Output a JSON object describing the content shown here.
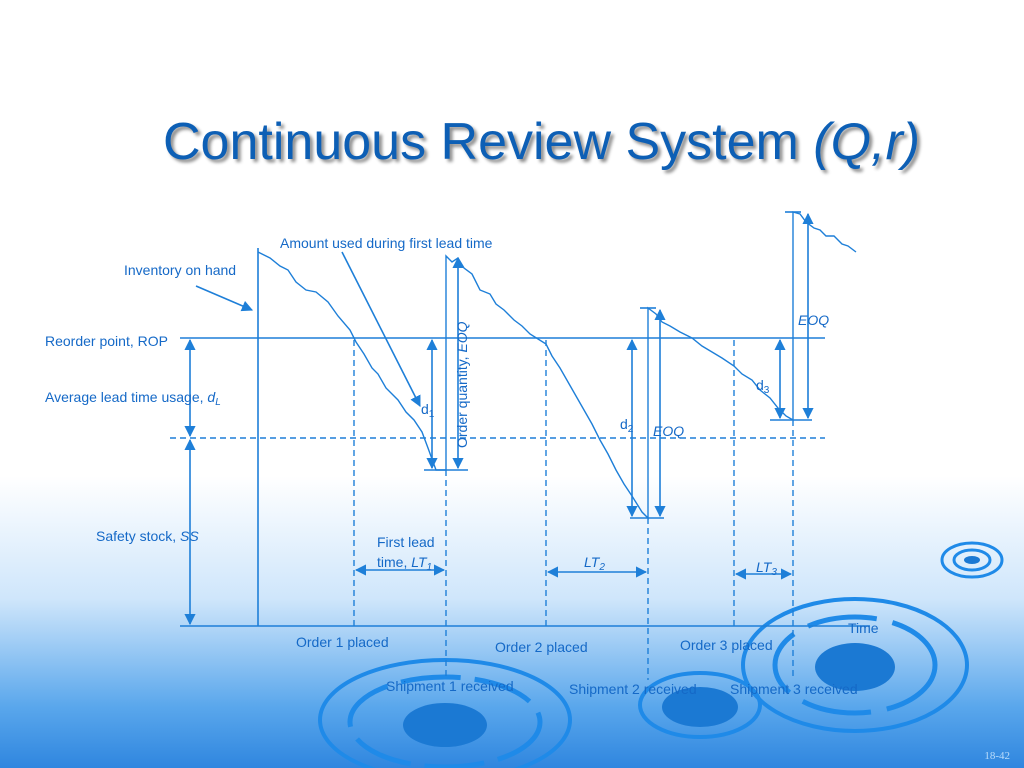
{
  "slide": {
    "title_main": "Continuous Review System ",
    "title_italic": "(Q,r)",
    "page_number": "18-42"
  },
  "diagram": {
    "labels": {
      "amount_used": "Amount used during first lead time",
      "inventory_on_hand": "Inventory on hand",
      "reorder_point": "Reorder point, ROP",
      "avg_lead_usage": "Average lead time usage, ",
      "avg_lead_usage_sym": "d",
      "avg_lead_usage_sub": "L",
      "safety_stock": "Safety stock, ",
      "safety_stock_sym": "SS",
      "order_quantity": "Order quantity, ",
      "eoq": "EOQ",
      "d": "d",
      "sub1": "1",
      "sub2": "2",
      "sub3": "3",
      "first_lead": "First lead",
      "time_prefix": "time, ",
      "lt": "LT",
      "order1": "Order 1 placed",
      "order2": "Order 2 placed",
      "order3": "Order 3 placed",
      "ship1": "Shipment 1 received",
      "ship2": "Shipment 2 received",
      "ship3": "Shipment 3 received",
      "time": "Time"
    }
  },
  "theme": {
    "accent": "#1e7fd8",
    "title_color": "#0d5fb5"
  }
}
